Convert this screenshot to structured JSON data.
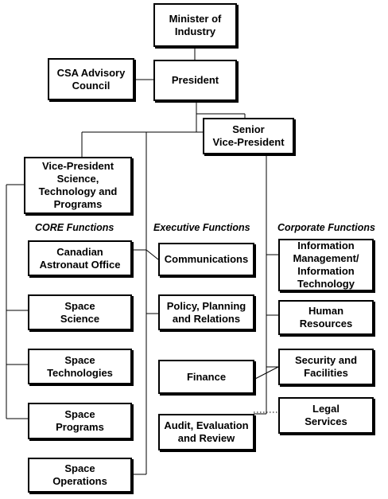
{
  "boxes": {
    "minister": "Minister of\nIndustry",
    "advisory": "CSA Advisory\nCouncil",
    "president": "President",
    "svp": "Senior\nVice-President",
    "vp_science": "Vice-President\nScience,\nTechnology and\nPrograms",
    "astronaut": "Canadian\nAstronaut Office",
    "space_science": "Space\nScience",
    "space_tech": "Space\nTechnologies",
    "space_programs": "Space\nPrograms",
    "space_ops": "Space\nOperations",
    "communications": "Communications",
    "policy": "Policy, Planning\nand Relations",
    "finance": "Finance",
    "audit": "Audit, Evaluation\nand Review",
    "info_mgmt": "Information\nManagement/\nInformation\nTechnology",
    "human_resources": "Human\nResources",
    "security": "Security and\nFacilities",
    "legal": "Legal\nServices"
  },
  "headings": {
    "core": "CORE Functions",
    "executive": "Executive Functions",
    "corporate": "Corporate Functions"
  }
}
